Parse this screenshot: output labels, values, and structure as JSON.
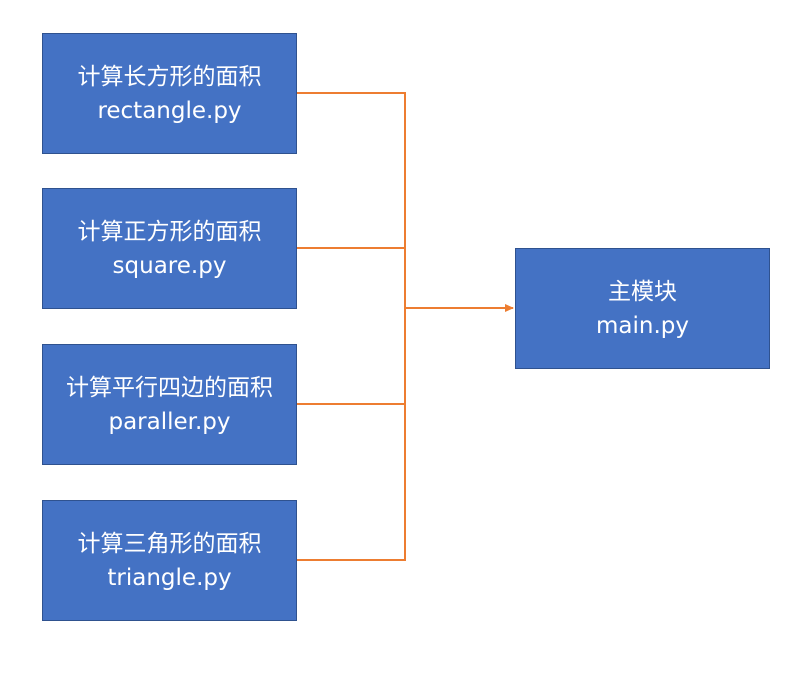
{
  "colors": {
    "box_fill": "#4472c4",
    "box_border": "#2f528f",
    "box_text": "#ffffff",
    "connector": "#ed7d31",
    "background": "#ffffff"
  },
  "diagram": {
    "modules": [
      {
        "id": "rectangle",
        "title": "计算长方形的面积",
        "file": "rectangle.py"
      },
      {
        "id": "square",
        "title": "计算正方形的面积",
        "file": "square.py"
      },
      {
        "id": "paraller",
        "title": "计算平行四边的面积",
        "file": "paraller.py"
      },
      {
        "id": "triangle",
        "title": "计算三角形的面积",
        "file": "triangle.py"
      }
    ],
    "main": {
      "title": "主模块",
      "file": "main.py"
    },
    "edges": [
      {
        "from": "rectangle",
        "to": "main"
      },
      {
        "from": "square",
        "to": "main"
      },
      {
        "from": "paraller",
        "to": "main"
      },
      {
        "from": "triangle",
        "to": "main"
      }
    ]
  }
}
